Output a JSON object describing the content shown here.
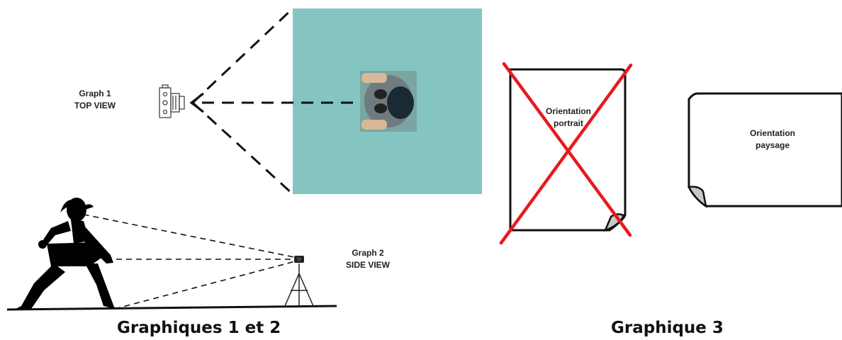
{
  "graph1": {
    "title": "Graph 1",
    "subtitle": "TOP VIEW"
  },
  "graph2": {
    "title": "Graph 2",
    "subtitle": "SIDE VIEW"
  },
  "graph3": {
    "portrait_label_line1": "Orientation",
    "portrait_label_line2": "portrait",
    "landscape_label_line1": "Orientation",
    "landscape_label_line2": "paysage"
  },
  "captions": {
    "left": "Graphiques 1 et 2",
    "right": "Graphique 3"
  },
  "colors": {
    "teal_square": "#84c5c2",
    "cross": "#e8191e"
  }
}
